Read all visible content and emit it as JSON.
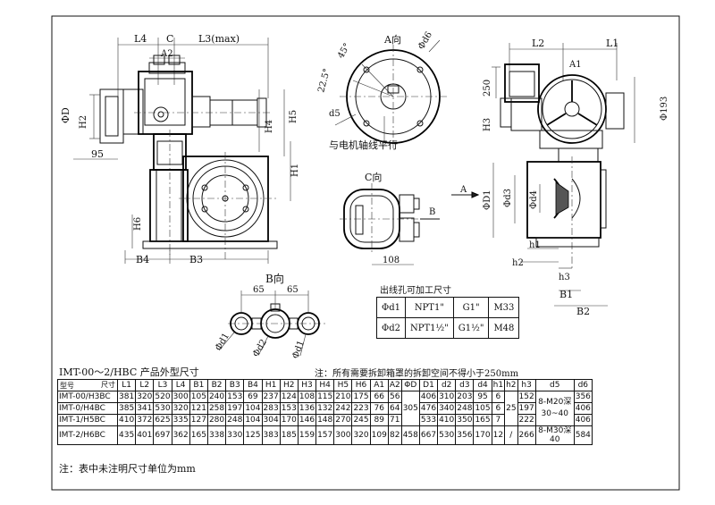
{
  "labels": {
    "L4": "L4",
    "C": "C",
    "L3max": "L3(max)",
    "A2": "A2",
    "phiD": "ΦD",
    "H2": "H2",
    "n95": "95",
    "H4": "H4",
    "H5": "H5",
    "H1": "H1",
    "H6": "H6",
    "B4": "B4",
    "B3": "B3",
    "viewA": "A向",
    "phid6": "Φd6",
    "ang45": "45°",
    "ang225": "22.5°",
    "d5": "d5",
    "parallel_note": "与电机轴线平行",
    "viewC": "C向",
    "arrowA": "A",
    "arrowB": "B",
    "n108": "108",
    "L2": "L2",
    "L1": "L1",
    "A1": "A1",
    "n250": "250",
    "phi193": "Φ193",
    "H3": "H3",
    "phiD1": "ΦD1",
    "phid3": "Φd3",
    "phid4": "Φd4",
    "h1": "h1",
    "h2": "h2",
    "h3": "h3",
    "B1": "B1",
    "B2": "B2",
    "viewB": "B向",
    "n65a": "65",
    "n65b": "65",
    "phid1": "Φd1",
    "phid2": "Φd2"
  },
  "cable_table": {
    "title": "出线孔可加工尺寸",
    "rows": [
      [
        "Φd1",
        "NPT1\"",
        "G1\"",
        "M33"
      ],
      [
        "Φd2",
        "NPT1½\"",
        "G1½\"",
        "M48"
      ]
    ]
  },
  "table_title": "IMT-00～2/HBC 产品外型尺寸",
  "note_top": "注：所有需要拆卸箱罩的拆卸空间不得小于250mm",
  "note_bottom": "注：表中未注明尺寸单位为mm",
  "dim_table": {
    "corner_top": "尺寸",
    "corner_bottom": "型号",
    "headers": [
      "L1",
      "L2",
      "L3",
      "L4",
      "B1",
      "B2",
      "B3",
      "B4",
      "H1",
      "H2",
      "H3",
      "H4",
      "H5",
      "H6",
      "A1",
      "A2",
      "ΦD",
      "D1",
      "d2",
      "d3",
      "d4",
      "h1",
      "h2",
      "h3",
      "d5",
      "d6"
    ],
    "rows": [
      {
        "model": "IMT-00/H3BC",
        "cells": [
          "381",
          "320",
          "520",
          "300",
          "105",
          "240",
          "153",
          "69",
          "237",
          "124",
          "108",
          "115",
          "210",
          "175",
          "66",
          "56"
        ],
        "D1": "406",
        "d2": "310",
        "d3": "203",
        "d4": "95",
        "h1": "6",
        "h3": "152",
        "d6": "356"
      },
      {
        "model": "IMT-0/H4BC",
        "cells": [
          "385",
          "341",
          "530",
          "320",
          "121",
          "258",
          "197",
          "104",
          "283",
          "153",
          "136",
          "132",
          "242",
          "223",
          "76",
          "64"
        ],
        "D1": "476",
        "d2": "340",
        "d3": "248",
        "d4": "105",
        "h1": "6",
        "h3": "197",
        "d6": "406"
      },
      {
        "model": "IMT-1/H5BC",
        "cells": [
          "410",
          "372",
          "625",
          "335",
          "127",
          "280",
          "248",
          "104",
          "304",
          "170",
          "146",
          "148",
          "270",
          "245",
          "89",
          "71"
        ],
        "D1": "533",
        "d2": "410",
        "d3": "350",
        "d4": "165",
        "h1": "7",
        "h3": "222",
        "d6": "406"
      },
      {
        "model": "IMT-2/H6BC",
        "cells": [
          "435",
          "401",
          "697",
          "362",
          "165",
          "338",
          "330",
          "125",
          "383",
          "185",
          "159",
          "157",
          "300",
          "320",
          "109",
          "82"
        ],
        "D1": "667",
        "d2": "530",
        "d3": "356",
        "d4": "170",
        "h1": "12",
        "h3": "266",
        "d6": "584"
      }
    ],
    "phiD_group1": "305",
    "phiD_row4": "458",
    "h2_group1": "25",
    "h2_row4": "/",
    "d5_group1_a": "8-M20深",
    "d5_group1_b": "30~40",
    "d5_row4_a": "8-M30深",
    "d5_row4_b": "40"
  }
}
